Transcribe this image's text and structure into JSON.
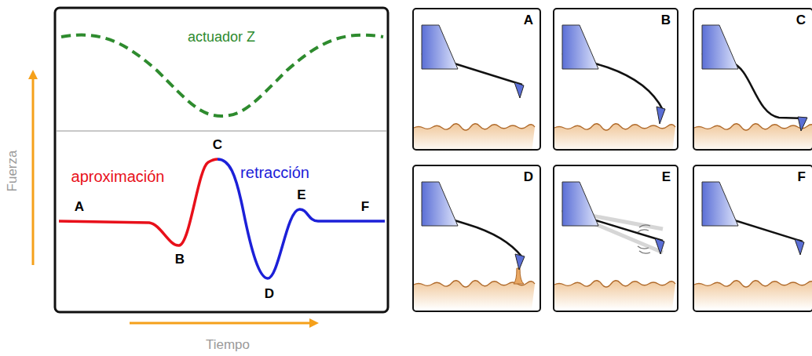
{
  "diagram": {
    "nodes": [
      {
        "text": [
          "A"
        ]
      },
      {
        "text": [
          "B"
        ]
      },
      {
        "text": [
          "C"
        ]
      },
      {
        "text": [
          "D"
        ]
      },
      {
        "text": [
          "E"
        ]
      },
      {
        "text": [
          "F"
        ]
      }
    ],
    "labels": [
      "actuador Z",
      "aproximación",
      "retracción",
      "A",
      "B",
      "C",
      "D",
      "E",
      "F",
      "Fuerza",
      "Tiempo"
    ]
  }
}
